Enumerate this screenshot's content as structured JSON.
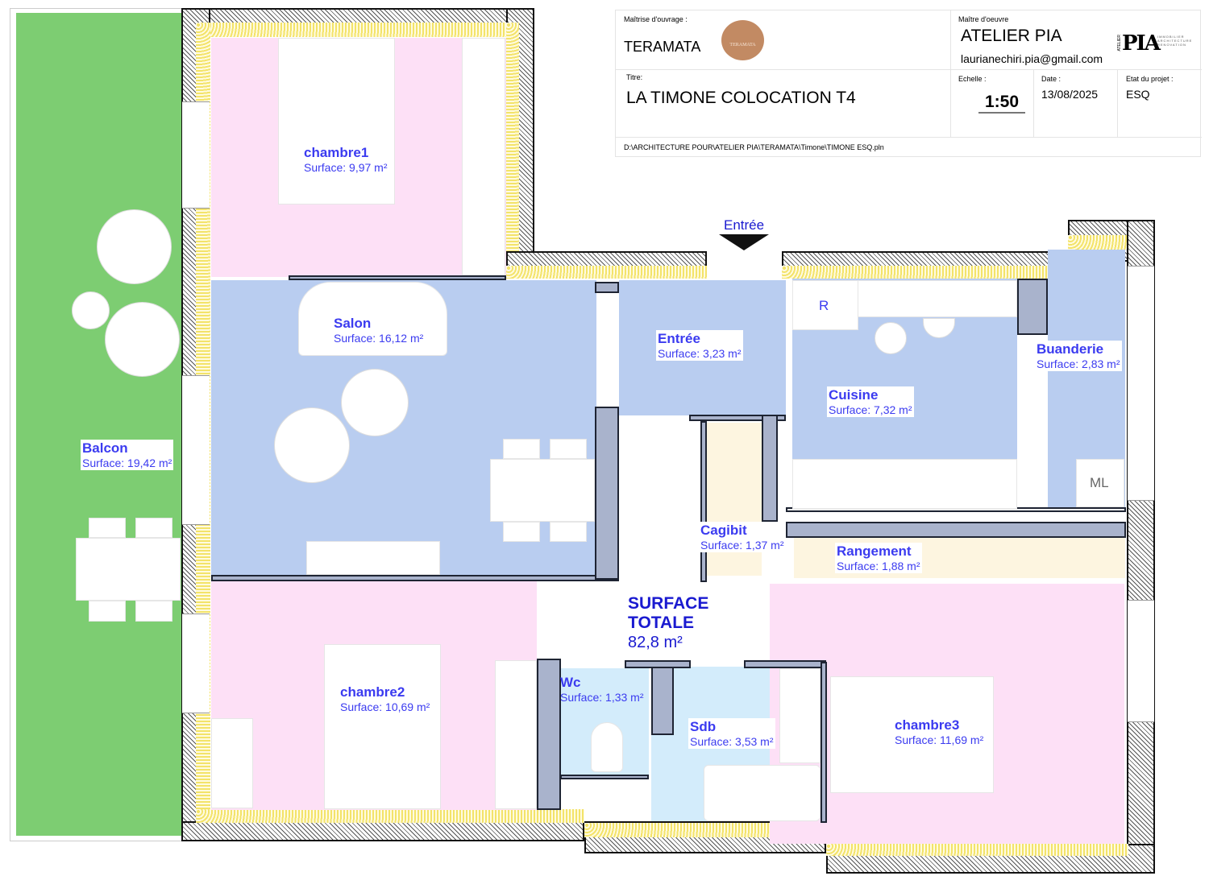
{
  "title_block": {
    "owner_label": "Maîtrise d'ouvrage :",
    "owner": "TERAMATA",
    "owner_logo_text": "TERAMATA",
    "architect_label": "Maître d'oeuvre",
    "architect": "ATELIER PIA",
    "email": "laurianechiri.pia@gmail.com",
    "architect_logo_text": "PIA",
    "architect_logo_tagline": "IMMOBILIER ARCHITECTURE RENOVATION",
    "architect_logo_side": "ATELIER",
    "title_label": "Titre:",
    "title": "LA TIMONE COLOCATION T4",
    "scale_label": "Echelle :",
    "scale": "1:50",
    "date_label": "Date :",
    "date": "13/08/2025",
    "status_label": "Etat du projet :",
    "status": "ESQ",
    "file_path": "D:\\ARCHITECTURE POUR\\ATELIER PIA\\TERAMATA\\Timone\\TIMONE ESQ.pln"
  },
  "entrance": "Entrée",
  "rooms": [
    {
      "name": "chambre1",
      "surface": "Surface: 9,97 m²"
    },
    {
      "name": "Salon",
      "surface": "Surface: 16,12 m²"
    },
    {
      "name": "Entrée",
      "surface": "Surface: 3,23 m²"
    },
    {
      "name": "Cuisine",
      "surface": "Surface: 7,32 m²"
    },
    {
      "name": "Buanderie",
      "surface": "Surface: 2,83 m²"
    },
    {
      "name": "Balcon",
      "surface": "Surface: 19,42 m²"
    },
    {
      "name": "Cagibit",
      "surface": "Surface: 1,37 m²"
    },
    {
      "name": "Rangement",
      "surface": "Surface: 1,88 m²"
    },
    {
      "name": "chambre2",
      "surface": "Surface: 10,69 m²"
    },
    {
      "name": "Wc",
      "surface": "Surface: 1,33 m²"
    },
    {
      "name": "Sdb",
      "surface": "Surface: 3,53 m²"
    },
    {
      "name": "chambre3",
      "surface": "Surface: 11,69 m²"
    }
  ],
  "total": {
    "line1": "SURFACE",
    "line2": "TOTALE",
    "value": "82,8 m²"
  },
  "appliances": {
    "fridge": "R",
    "washer": "ML"
  },
  "colors": {
    "bedroom": "#fde0f6",
    "living": "#b9cdf0",
    "wet": "#d3ecfb",
    "storage": "#fdf5e0",
    "balcony": "#7dcd72",
    "label": "#3b3bf0"
  }
}
